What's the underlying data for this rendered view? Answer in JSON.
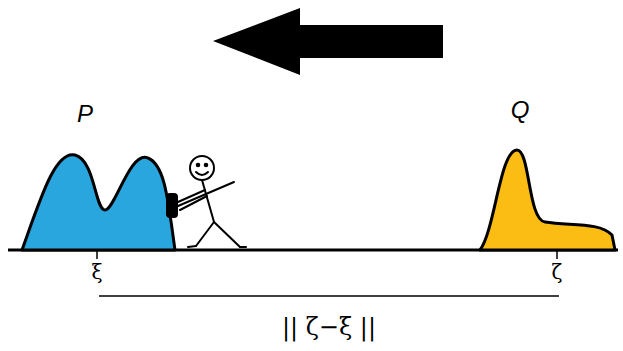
{
  "diagram": {
    "nodes": [
      {
        "text": [
          "P"
        ]
      },
      {
        "text": [
          "Q"
        ]
      }
    ],
    "labels": [
      "ξ",
      "ζ",
      "|| ζ−ξ ||"
    ]
  }
}
